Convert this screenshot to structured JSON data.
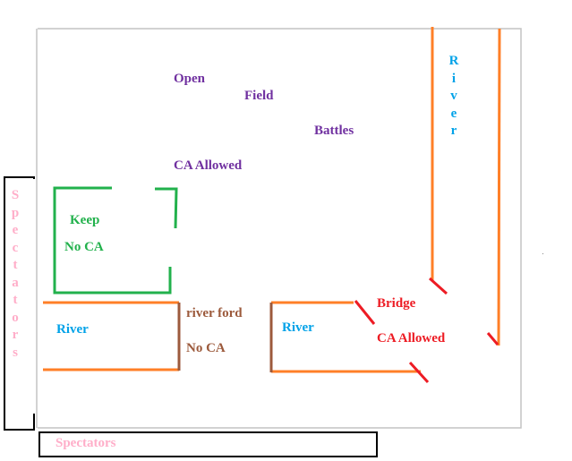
{
  "labels": {
    "open": "Open",
    "field": "Field",
    "battles": "Battles",
    "ca_allowed_field": "CA Allowed",
    "keep": "Keep",
    "keep_no_ca": "No CA",
    "river_left": "River",
    "river_ford": "river ford",
    "ford_no_ca": "No CA",
    "river_mid": "River",
    "bridge": "Bridge",
    "bridge_ca_allowed": "CA Allowed",
    "spectators_bottom": "Spectators"
  },
  "vertical_labels": {
    "river_right": [
      "R",
      "i",
      "v",
      "e",
      "r"
    ],
    "spectators_left": [
      "S",
      "p",
      "e",
      "c",
      "t",
      "a",
      "t",
      "o",
      "r",
      "s"
    ]
  },
  "colors": {
    "field_text": "#7030a0",
    "keep": "#22b14c",
    "river": "#ff7f27",
    "river_text": "#00a2e8",
    "ford": "#9c5a3c",
    "bridge": "#ed1c24",
    "spectators": "#ffaec9",
    "border": "#c3c3c3",
    "spectator_box": "#000000"
  }
}
